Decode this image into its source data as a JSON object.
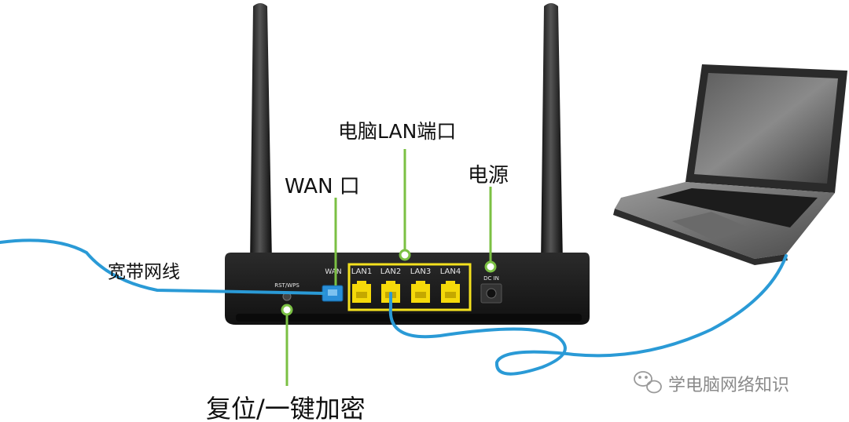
{
  "labels": {
    "lan_ports": "电脑LAN端口",
    "wan_port": "WAN 口",
    "power": "电源",
    "broadband_cable": "宽带网线",
    "reset_wps": "复位/一键加密"
  },
  "router": {
    "ports": {
      "rst_wps": "RST/WPS",
      "wan": "WAN",
      "lan1": "LAN1",
      "lan2": "LAN2",
      "lan3": "LAN3",
      "lan4": "LAN4",
      "dc_in": "DC IN"
    }
  },
  "watermark": {
    "text": "学电脑网络知识",
    "icon": "wechat-icon"
  },
  "colors": {
    "callout_green": "#7bc043",
    "lan_highlight": "#f4e11e",
    "port_yellow": "#f5d90a",
    "wan_blue": "#2a8fd8",
    "cable_blue": "#2a9ad6",
    "router_body": "#1e1e1e"
  }
}
